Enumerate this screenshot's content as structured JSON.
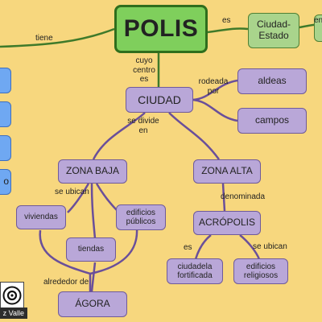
{
  "nodes": {
    "polis": "POLIS",
    "ciudad_estado": "Ciudad-\nEstado",
    "ciudad": "CIUDAD",
    "aldeas": "aldeas",
    "campos": "campos",
    "zona_baja": "ZONA BAJA",
    "zona_alta": "ZONA ALTA",
    "viviendas": "viviendas",
    "edificios_publicos": "edificios\npúblicos",
    "tiendas": "tiendas",
    "agora": "ÁGORA",
    "acropolis": "ACRÓPOLIS",
    "ciudadela": "ciudadela\nfortificada",
    "edificios_religiosos": "edificios\nreligiosos",
    "left_box_4": "o"
  },
  "links": {
    "tiene": "tiene",
    "es_top": "es",
    "en_partial": "en",
    "cuyo_centro_es": "cuyo\ncentro\nes",
    "rodeada_por": "rodeada\npor",
    "se_divide_en": "se divide\nen",
    "se_ubican_left": "se ubican",
    "alrededor_de": "alrededor de",
    "denominada": "denominada",
    "es_bottom": "es",
    "se_ubican_right": "se ubican"
  },
  "footer": {
    "author": "z Valle",
    "cc_icon": "creative-commons-icon"
  },
  "colors": {
    "background": "#f7d77e",
    "purple_node": "#b9a7d8",
    "green_node": "#a9d48c",
    "polis_node": "#7fcf5c",
    "blue_node": "#6fa8f2",
    "green_line": "#3f7a2a",
    "purple_line": "#6a4f9a"
  }
}
